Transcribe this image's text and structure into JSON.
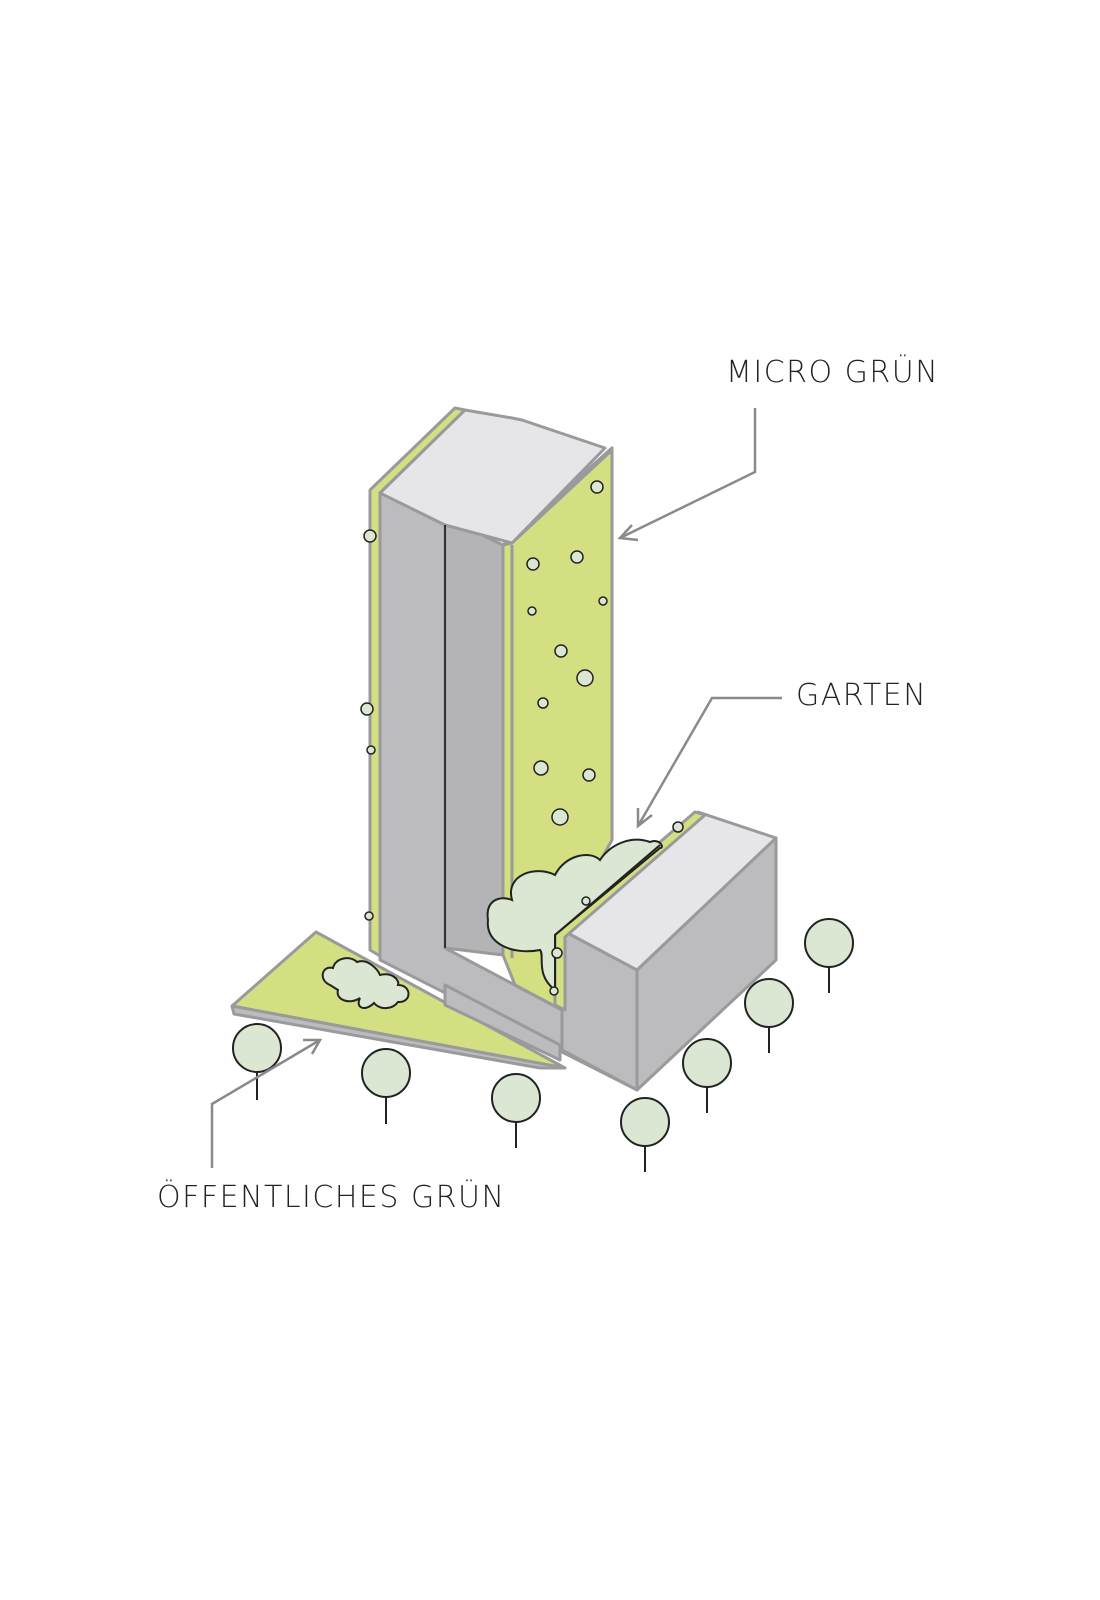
{
  "labels": {
    "micro": "MICRO GRÜN",
    "garten": "GARTEN",
    "public": "ÖFFENTLICHES GRÜN"
  },
  "colors": {
    "green": "#d3df80",
    "gray": "#bcbcbe",
    "gray_dark": "#b4b4b6",
    "top": "#e6e6e8",
    "stroke": "#9a9a9c",
    "foliage": "#dbe7d2",
    "line": "#222222"
  }
}
